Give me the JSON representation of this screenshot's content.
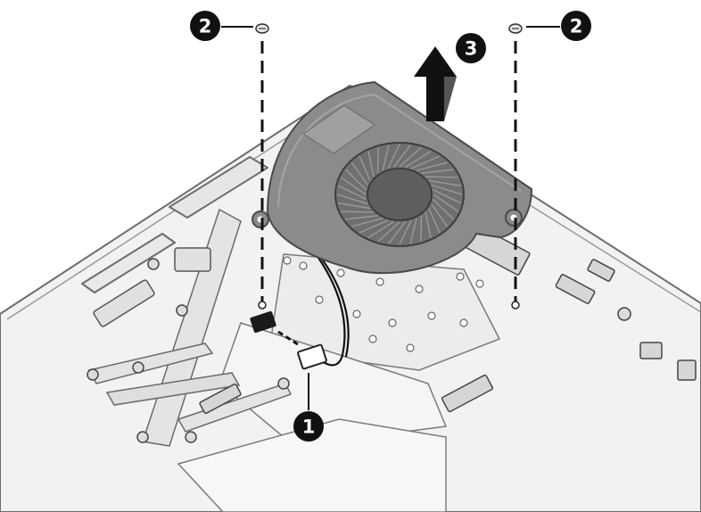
{
  "callouts": [
    {
      "label": "1"
    },
    {
      "label": "2"
    },
    {
      "label": "2"
    },
    {
      "label": "3"
    }
  ],
  "colors": {
    "chassis_fill": "#f2f2f2",
    "chassis_stroke": "#6d6d6d",
    "fan_body": "#8b8b8b",
    "fan_hub": "#5e5e5e",
    "callout_fill": "#111111",
    "leader": "#111111"
  },
  "icons": {
    "removal_arrow": "up-arrow-icon",
    "screw": "screw-icon"
  }
}
